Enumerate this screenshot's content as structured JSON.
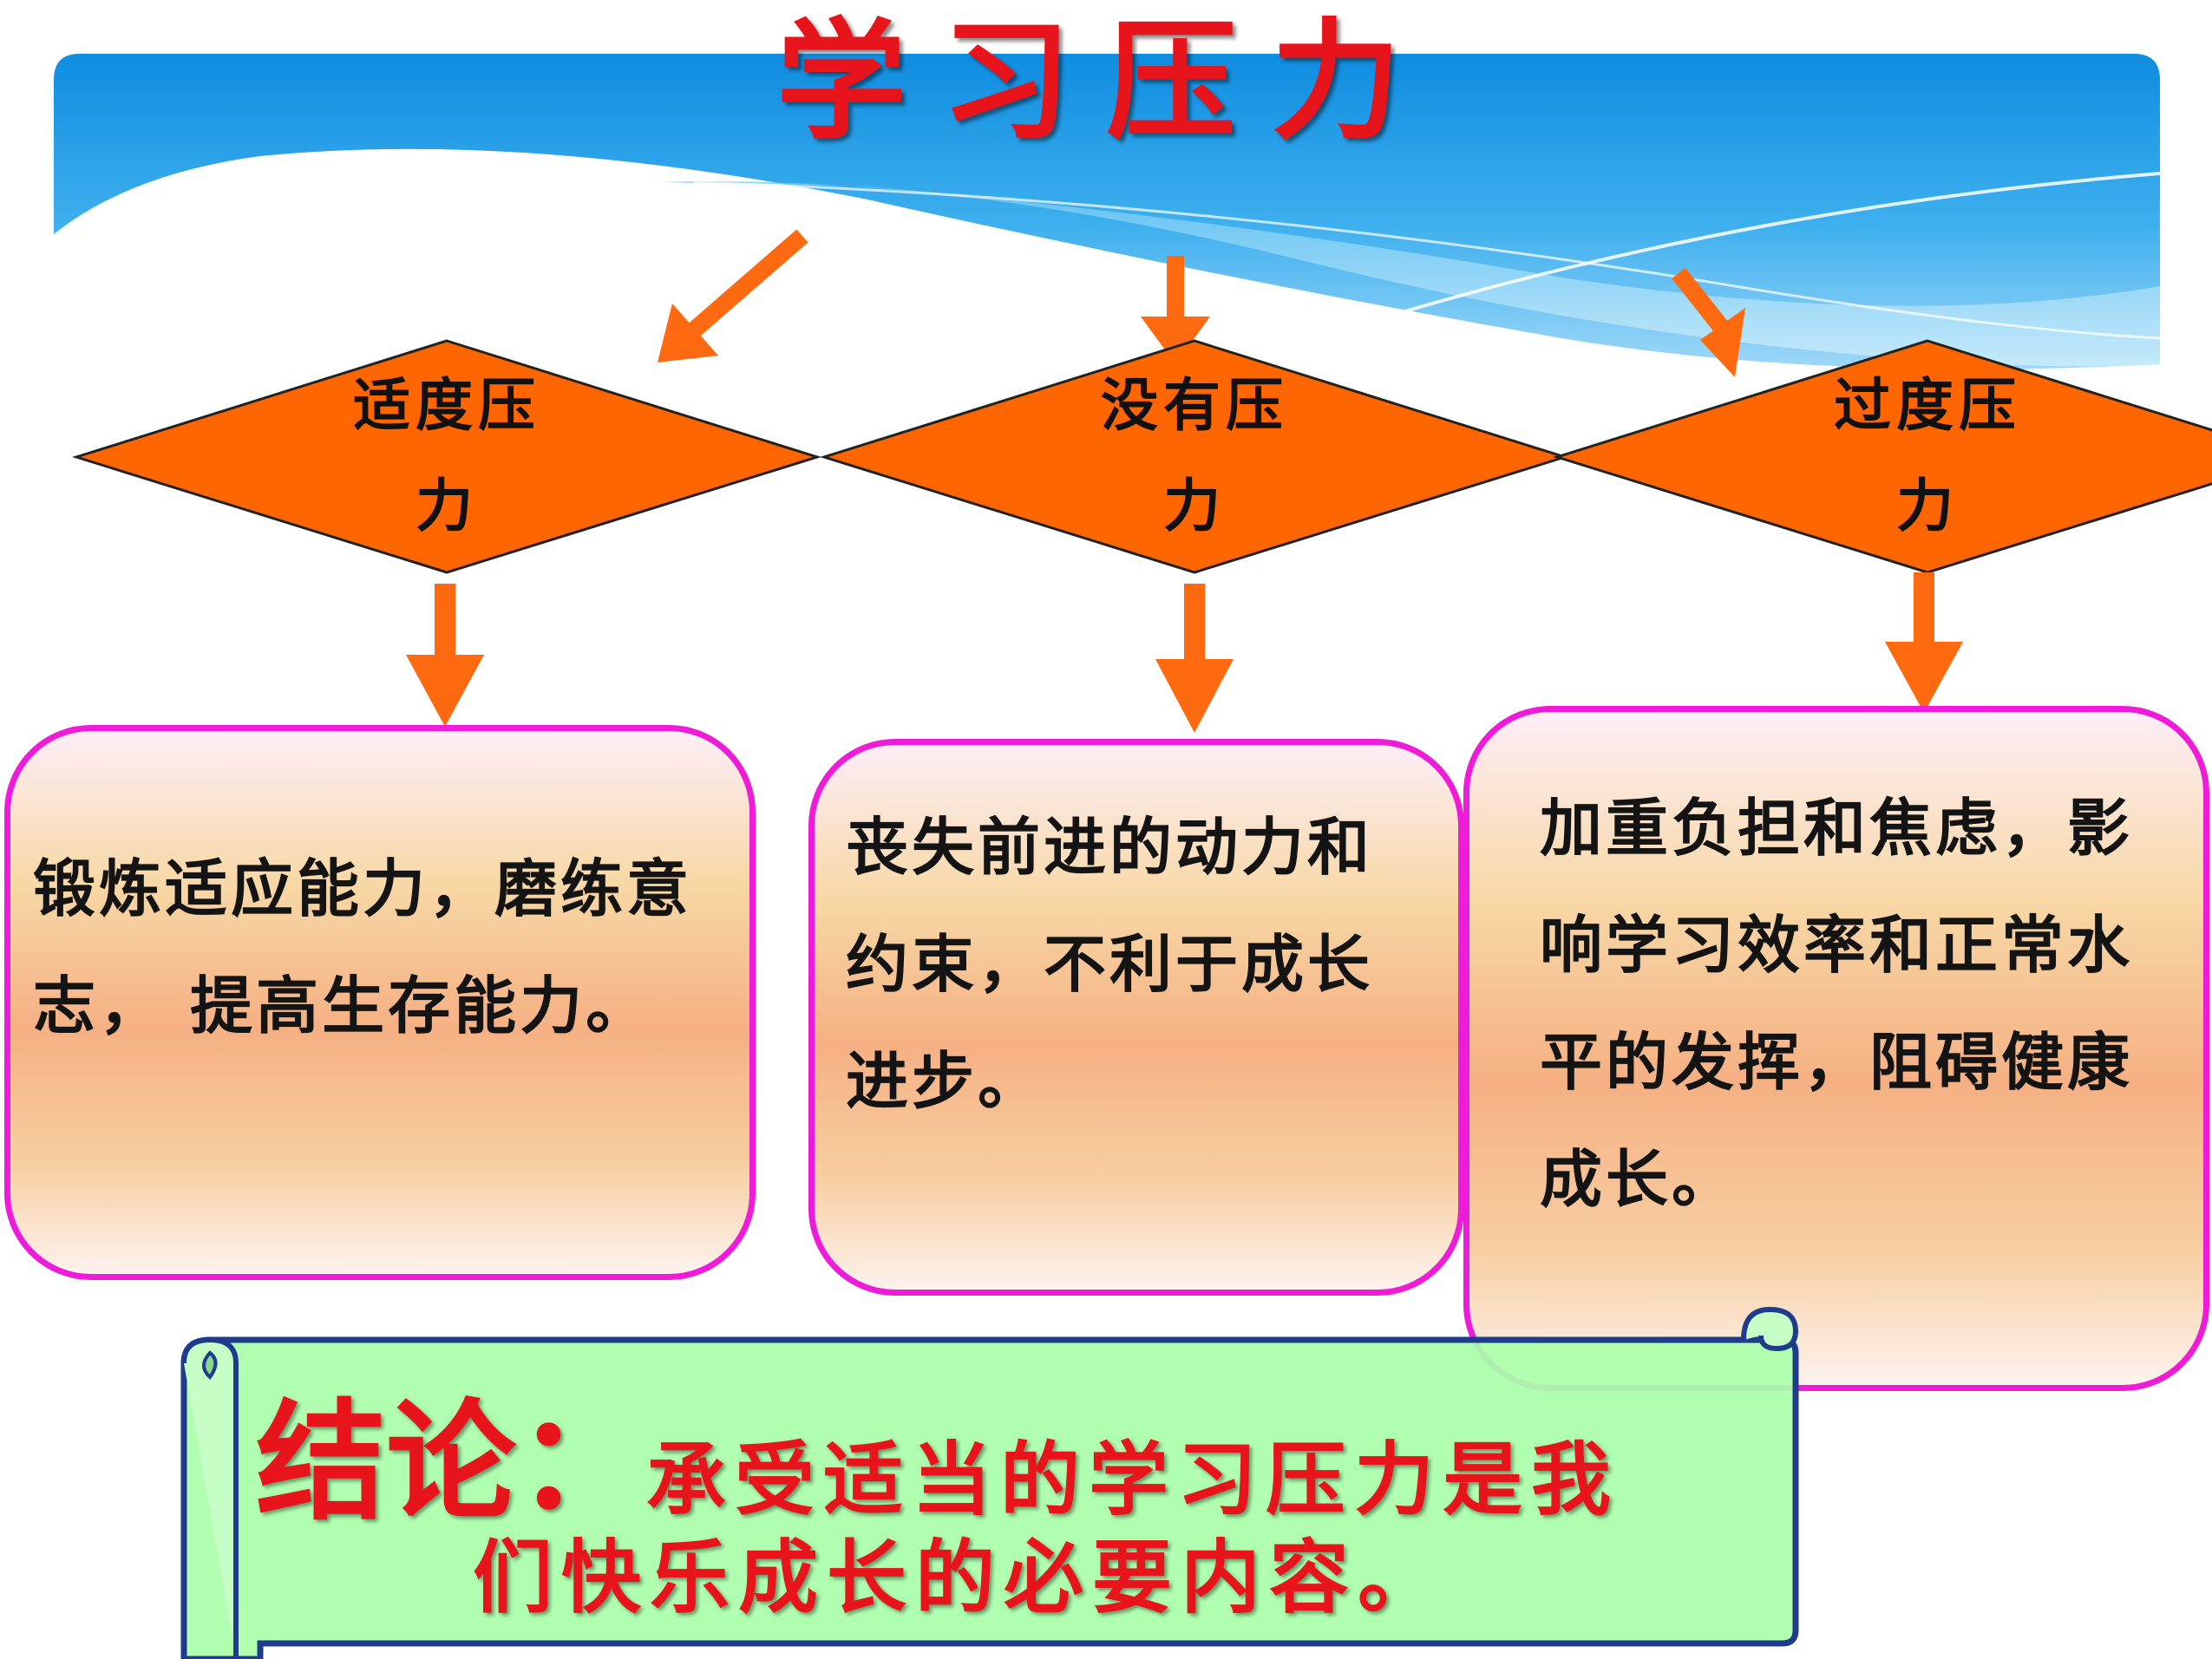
{
  "title": "学习压力",
  "diamonds": [
    {
      "line1": "适度压",
      "line2": "力"
    },
    {
      "line1": "没有压",
      "line2": "力"
    },
    {
      "line1": "过度压",
      "line2": "力"
    }
  ],
  "boxes": [
    {
      "text": "锻炼适应能力，磨练意志， 提高生存能力。"
    },
    {
      "text": "丧失前进的动力和约束，不利于成长进步。"
    },
    {
      "text": "加重负担和焦虑，影响学习效率和正常水平的发挥，阻碍健康成长。"
    }
  ],
  "conclusion": {
    "head": "结论：",
    "line1": "承受适当的学习压力是我",
    "line2": "们快乐成长的必要内容。"
  },
  "colors": {
    "title": "#e8141b",
    "diamond_fill": "#ff6600",
    "arrow": "#ff6a10",
    "box_border": "#ee1bd9",
    "scroll_fill": "#aaffaa",
    "scroll_border": "#1f3c8c",
    "banner_blue": "#1e9ae6"
  }
}
